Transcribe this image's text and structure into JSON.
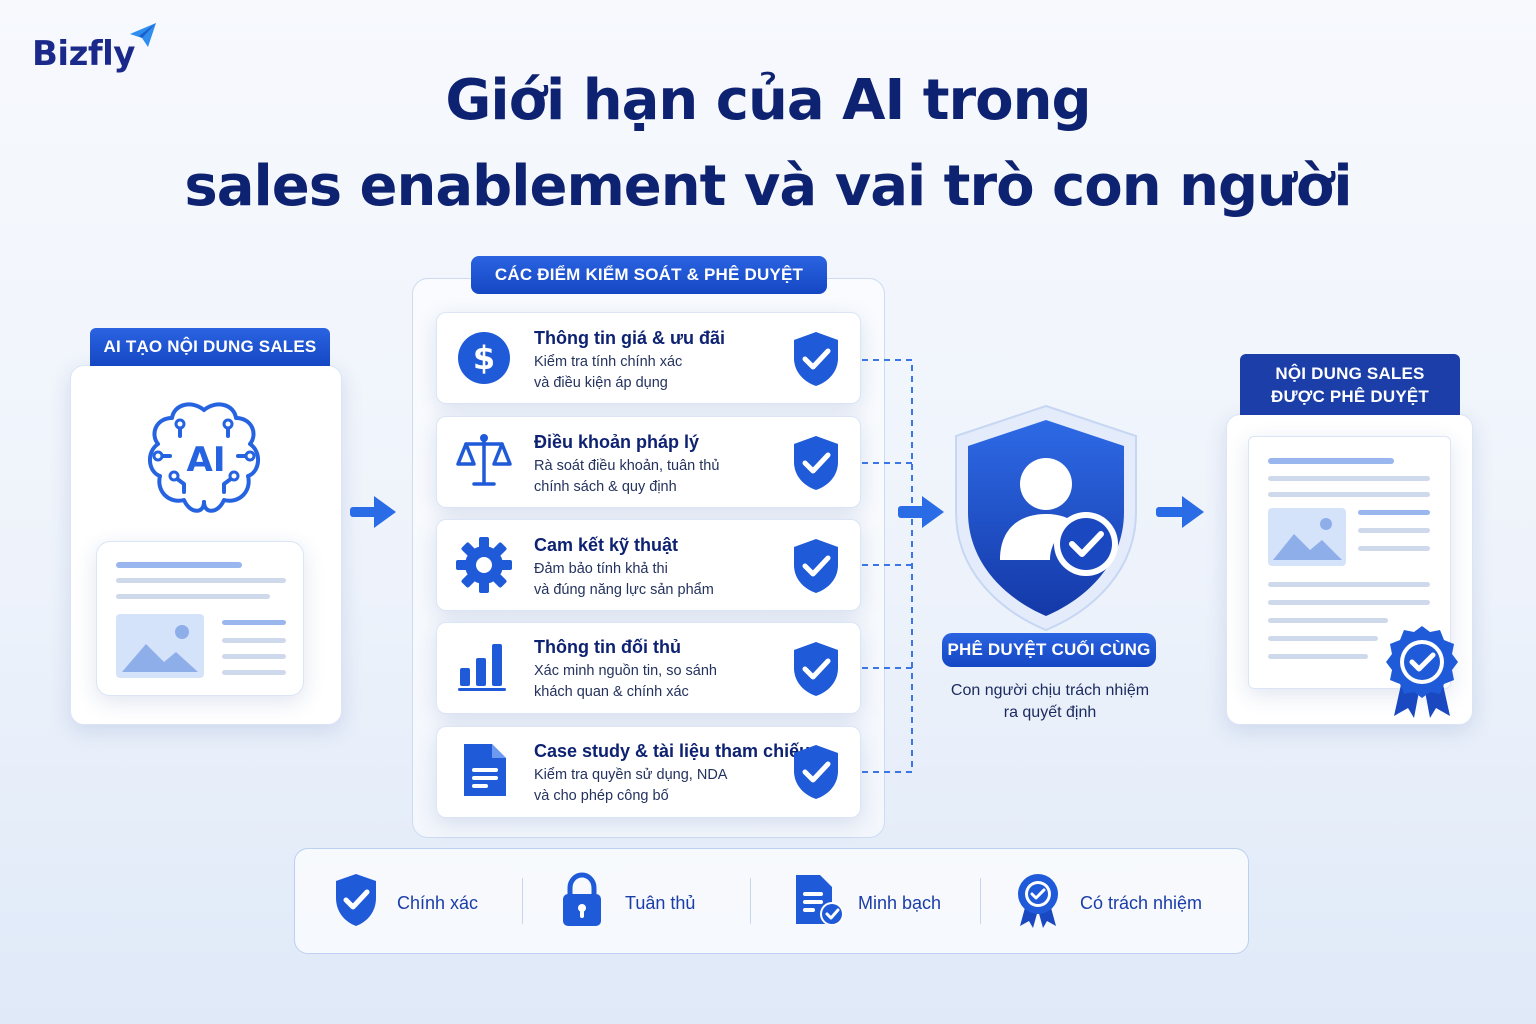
{
  "brand": {
    "logo": "Bizfly"
  },
  "title": {
    "line1": "Giới hạn của AI trong",
    "line2": "sales enablement và vai trò con người"
  },
  "ai_input": {
    "label": "AI TẠO NỘI DUNG SALES",
    "brain_text": "AI"
  },
  "checkpoints": {
    "header": "CÁC ĐIỂM KIỂM SOÁT & PHÊ DUYỆT",
    "items": [
      {
        "title": "Thông tin giá & ưu đãi",
        "line1": "Kiểm tra tính chính xác",
        "line2": "và điều kiện áp dụng",
        "icon": "dollar-icon"
      },
      {
        "title": "Điều khoản pháp lý",
        "line1": "Rà soát điều khoản, tuân thủ",
        "line2": "chính sách & quy định",
        "icon": "scales-icon"
      },
      {
        "title": "Cam kết kỹ thuật",
        "line1": "Đảm bảo tính khả thi",
        "line2": "và đúng năng lực sản phẩm",
        "icon": "gear-icon"
      },
      {
        "title": "Thông tin đối thủ",
        "line1": "Xác minh nguồn tin, so sánh",
        "line2": "khách quan & chính xác",
        "icon": "bar-chart-icon"
      },
      {
        "title": "Case study & tài liệu tham chiếu",
        "line1": "Kiểm tra quyền sử dụng, NDA",
        "line2": "và cho phép công bố",
        "icon": "document-icon"
      }
    ]
  },
  "final_approval": {
    "label": "PHÊ DUYỆT CUỐI CÙNG",
    "line1": "Con người chịu trách nhiệm",
    "line2": "ra quyết định"
  },
  "output": {
    "line1": "NỘI DUNG SALES",
    "line2": "ĐƯỢC PHÊ DUYỆT"
  },
  "values": [
    {
      "label": "Chính xác",
      "icon": "shield-check-icon"
    },
    {
      "label": "Tuân thủ",
      "icon": "lock-icon"
    },
    {
      "label": "Minh bạch",
      "icon": "document-check-icon"
    },
    {
      "label": "Có trách nhiệm",
      "icon": "badge-icon"
    }
  ],
  "colors": {
    "primary": "#1a4fd0",
    "navy": "#0e2272",
    "light_blue": "#9ab6ef"
  }
}
